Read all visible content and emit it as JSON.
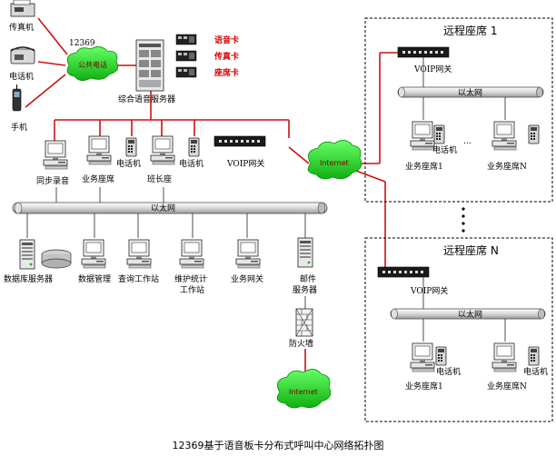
{
  "labels": {
    "fax": "传真机",
    "phone": "电话机",
    "mobile": "手机",
    "hotline": "12369",
    "pstn": "公共电话",
    "voice_server": "综合语音服务器",
    "voice_card": "语音卡",
    "fax_card": "传真卡",
    "seat_card": "座席卡",
    "sync_record": "同步录音",
    "biz_seat": "业务座席",
    "phone_a": "电话机",
    "monitor_seat": "班长座",
    "phone_b": "电话机",
    "voip_gw": "VOIP网关",
    "internet_mid": "Internet",
    "ethernet_main": "以太网",
    "db_server": "数据库服务器",
    "data_mgmt": "数据管理",
    "query_ws": "查询工作站",
    "maint_ws": "维护统计\n工作站",
    "biz_gw": "业务网关",
    "mail_server": "邮件\n服务器",
    "firewall": "防火墙",
    "internet_bottom": "Internet",
    "remote_1_title": "远程座席 1",
    "remote_1_voip": "VOIP网关",
    "remote_1_eth": "以太网",
    "remote_1_phone_a": "电话机",
    "remote_1_dots": "…",
    "remote_1_seat_1": "业务座席1",
    "remote_1_seat_n": "业务座席N",
    "remote_n_title": "远程座席 N",
    "remote_n_voip": "VOIP网关",
    "remote_n_eth": "以太网",
    "remote_n_phone_a": "电话机",
    "remote_n_phone_b": "电话机",
    "remote_n_seat_1": "业务座席1",
    "remote_n_seat_n": "业务座席N",
    "caption": "12369基于语音板卡分布式呼叫中心网络拓扑图"
  },
  "colors": {
    "link_red": "#cc1111",
    "cloud_green": "#22cc22",
    "box_border": "#000000"
  }
}
